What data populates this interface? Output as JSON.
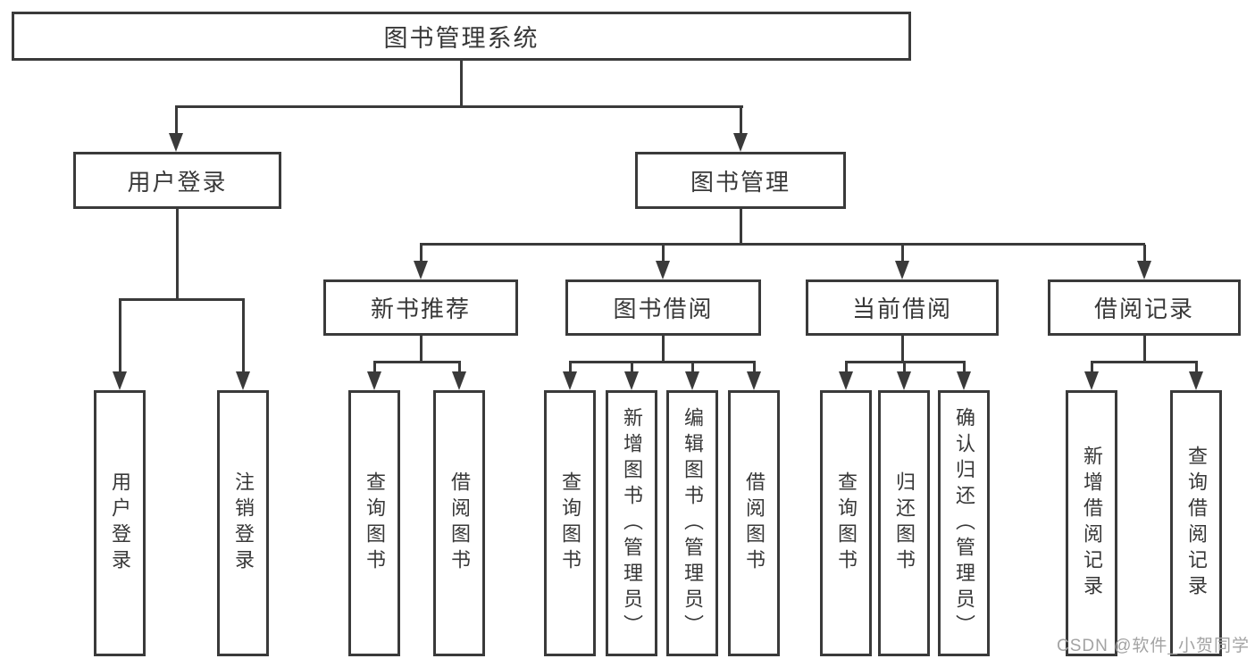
{
  "tree": {
    "label": "图书管理系统",
    "children": [
      {
        "label": "用户登录",
        "children": [
          {
            "label": "用户登录"
          },
          {
            "label": "注销登录"
          }
        ]
      },
      {
        "label": "图书管理",
        "children": [
          {
            "label": "新书推荐",
            "children": [
              {
                "label": "查询图书"
              },
              {
                "label": "借阅图书"
              }
            ]
          },
          {
            "label": "图书借阅",
            "children": [
              {
                "label": "查询图书"
              },
              {
                "label": "新增图书（管理员）"
              },
              {
                "label": "编辑图书（管理员）"
              },
              {
                "label": "借阅图书"
              }
            ]
          },
          {
            "label": "当前借阅",
            "children": [
              {
                "label": "查询图书"
              },
              {
                "label": "归还图书"
              },
              {
                "label": "确认归还（管理员）"
              }
            ]
          },
          {
            "label": "借阅记录",
            "children": [
              {
                "label": "新增借阅记录"
              },
              {
                "label": "查询借阅记录"
              }
            ]
          }
        ]
      }
    ]
  },
  "watermark": {
    "text": "CSDN @软件_小贺同学"
  },
  "colors": {
    "line": "#3a3a3a",
    "text": "#383838",
    "watermark": "#a3a3a3",
    "background": "#ffffff"
  }
}
